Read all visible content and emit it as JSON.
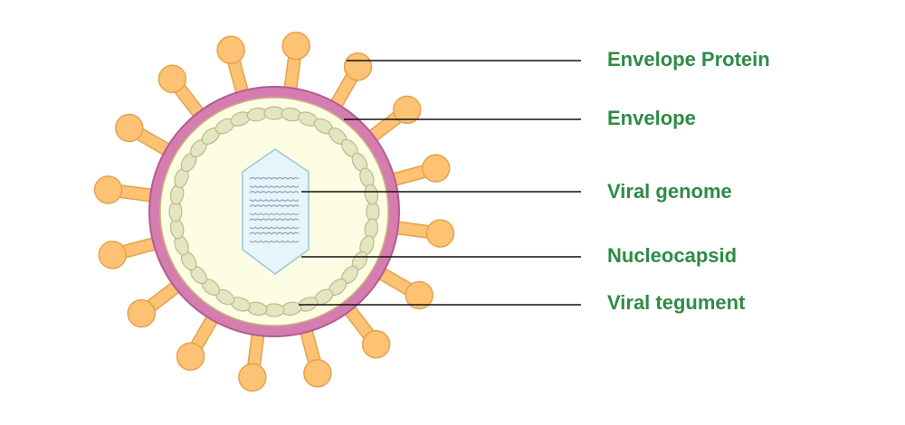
{
  "diagram": {
    "title": "",
    "labels": [
      {
        "id": "envelope-protein",
        "text": "Envelope Protein"
      },
      {
        "id": "envelope",
        "text": "Envelope"
      },
      {
        "id": "viral-genome",
        "text": "Viral genome"
      },
      {
        "id": "nucleocapsid",
        "text": "Nucleocapsid"
      },
      {
        "id": "viral-tegument",
        "text": "Viral tegument"
      }
    ],
    "colors": {
      "label_text": "#2e8b45",
      "leader_line": "#111111",
      "spike_fill": "#fdc274",
      "spike_stroke": "#e6a24c",
      "envelope_fill": "#d67db0",
      "envelope_stroke": "#b25c92",
      "interior_fill": "#fdfde3",
      "tegument_fill": "#e4e6c2",
      "tegument_stroke": "#b9bb8c",
      "capsid_fill": "#e6f5fb",
      "capsid_stroke": "#93c8e0",
      "genome_stroke": "#9aa0b5"
    }
  }
}
